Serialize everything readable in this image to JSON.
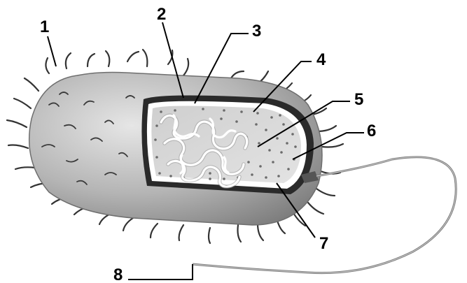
{
  "labels": [
    "1",
    "2",
    "3",
    "4",
    "5",
    "6",
    "7",
    "8"
  ],
  "colors": {
    "background": "#ffffff",
    "body": "#b5b5b5",
    "body_shadow": "#8c8c8c",
    "cytoplasm": "#d6d6d6",
    "wall": "#2a2a2a",
    "membrane": "#ffffff",
    "dna": "#ffffff",
    "ribosome": "#6b6b6b",
    "pili": "#333333",
    "leader": "#000000"
  }
}
